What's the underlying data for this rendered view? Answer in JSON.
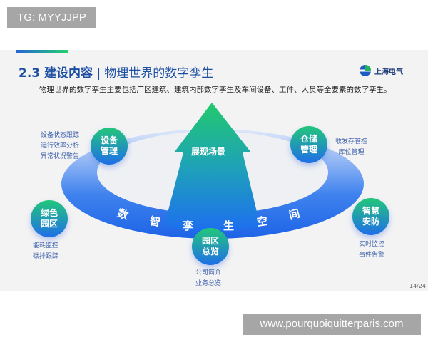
{
  "watermark_top": "TG: MYYJJPP",
  "watermark_bottom": "www.pourquoiquitterparis.com",
  "slide": {
    "section": "2.3 建设内容",
    "separator": "|",
    "subtitle": "物理世界的数字孪生",
    "logo_text": "上海电气",
    "intro": "物理世界的数字孪生主要包括厂区建筑、建筑内部数字孪生及车间设备、工件、人员等全要素的数字孪生。",
    "center_label": "展现场景",
    "ring_chars": [
      "数",
      "智",
      "孪",
      "生",
      "空",
      "间"
    ],
    "nodes": [
      {
        "label": "设备管理",
        "desc": [
          "设备状态跟踪",
          "运行效率分析",
          "异常状况警告"
        ]
      },
      {
        "label": "仓储管理",
        "desc": [
          "收发存管控",
          "库位管理"
        ]
      },
      {
        "label": "绿色园区",
        "desc": [
          "能耗监控",
          "碳排跟踪"
        ]
      },
      {
        "label": "园区总览",
        "desc": [
          "公司简介",
          "业务总览"
        ]
      },
      {
        "label": "智慧安防",
        "desc": [
          "实时监控",
          "事件告警"
        ]
      }
    ],
    "page_number": "14/24",
    "colors": {
      "title": "#1d4fa3",
      "green": "#22c77a",
      "blue": "#1f6ee8"
    }
  }
}
